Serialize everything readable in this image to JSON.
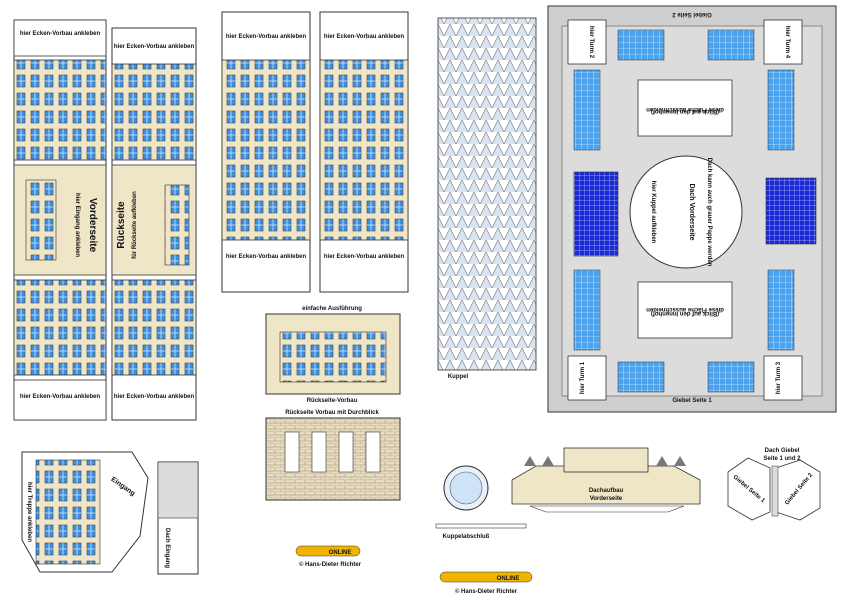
{
  "labels": {
    "ecken_vorbau": "hier Ecken-Vorbau ankleben",
    "vorderseite": "Vorderseite",
    "eingang_hint": "hier Eingang ankleben",
    "rueckseite": "Rückseite",
    "rueckseite_hint": "für Rückseite aufkleben",
    "einfache": "einfache Ausführung",
    "rueck_vorbau": "Rückseite-Vorbau",
    "rueck_durchblick": "Rückseite Vorbau mit Durchblick",
    "kuppel": "Kuppel",
    "kuppelabschluss": "Kuppelabschluß",
    "dachaufbau": "Dachaufbau",
    "dachaufbau_sub": "Vorderseite",
    "dach_giebel": "Dach Giebel",
    "dach_giebel_sub": "Seite 1 und 2",
    "giebel_s1": "Giebel Seite 1",
    "giebel_s2": "Giebel Seite 2",
    "eingang": "Eingang",
    "treppe": "hier Treppe ankleben",
    "dach_eingang": "Dach Eingang",
    "turm1": "hier Turm 1",
    "turm2": "hier Turm 2",
    "turm3": "hier Turm 3",
    "turm4": "hier Turm 4",
    "aufkleben": "aufkleben",
    "dach_vorderseite": "Dach Vorderseite",
    "dach_kuppel_hint": "hier Kuppel aufkleben",
    "dach_hint": "Dach kann auch grauer Pappe werden",
    "ausschneiden": "diese Fläche ausschneiden",
    "innenhof": "(Blick auf den Innenhof)",
    "copyright": "© Hans-Dieter Richter",
    "logo_text": "ONLINE",
    "gs1": "Giebel Seite 1",
    "gs2": "Giebel Seite 2"
  },
  "colors": {
    "facade": "#efe6c8",
    "window": "#3b8ee0",
    "roof_grey": "#d9d9d9",
    "dark_blue": "#1a2bd6",
    "outline": "#333333"
  }
}
